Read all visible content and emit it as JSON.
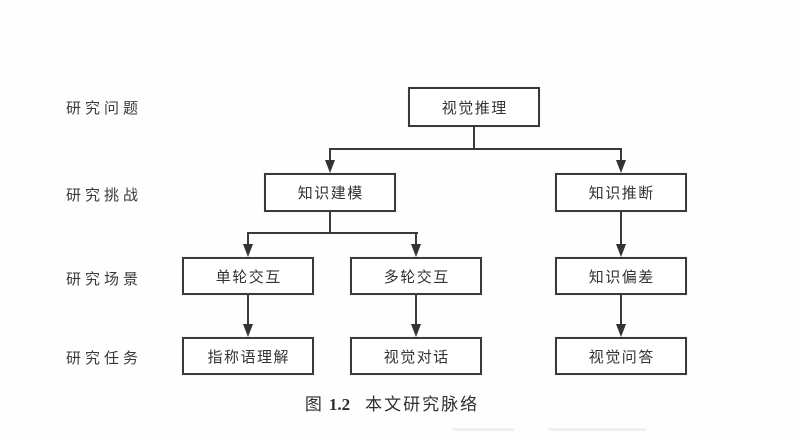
{
  "figure_type": "flowchart",
  "colors": {
    "line": "#3a3a3a",
    "text": "#333333",
    "background": "#ffffff",
    "node_fill": "#ffffff"
  },
  "row_labels": [
    {
      "label": "研究问题"
    },
    {
      "label": "研究挑战"
    },
    {
      "label": "研究场景"
    },
    {
      "label": "研究任务"
    }
  ],
  "nodes": {
    "root": {
      "label": "视觉推理"
    },
    "challenge_left": {
      "label": "知识建模"
    },
    "challenge_right": {
      "label": "知识推断"
    },
    "scenario_col1": {
      "label": "单轮交互"
    },
    "scenario_col2": {
      "label": "多轮交互"
    },
    "scenario_col3": {
      "label": "知识偏差"
    },
    "task_col1": {
      "label": "指称语理解"
    },
    "task_col2": {
      "label": "视觉对话"
    },
    "task_col3": {
      "label": "视觉问答"
    }
  },
  "edges": [
    {
      "from": "root",
      "to": [
        "challenge_left",
        "challenge_right"
      ]
    },
    {
      "from": "challenge_left",
      "to": [
        "scenario_col1",
        "scenario_col2"
      ]
    },
    {
      "from": "challenge_right",
      "to": [
        "scenario_col3"
      ]
    },
    {
      "from": "scenario_col1",
      "to": [
        "task_col1"
      ]
    },
    {
      "from": "scenario_col2",
      "to": [
        "task_col2"
      ]
    },
    {
      "from": "scenario_col3",
      "to": [
        "task_col3"
      ]
    }
  ],
  "caption": {
    "prefix": "图",
    "number": "1.2",
    "title": "本文研究脉络"
  }
}
